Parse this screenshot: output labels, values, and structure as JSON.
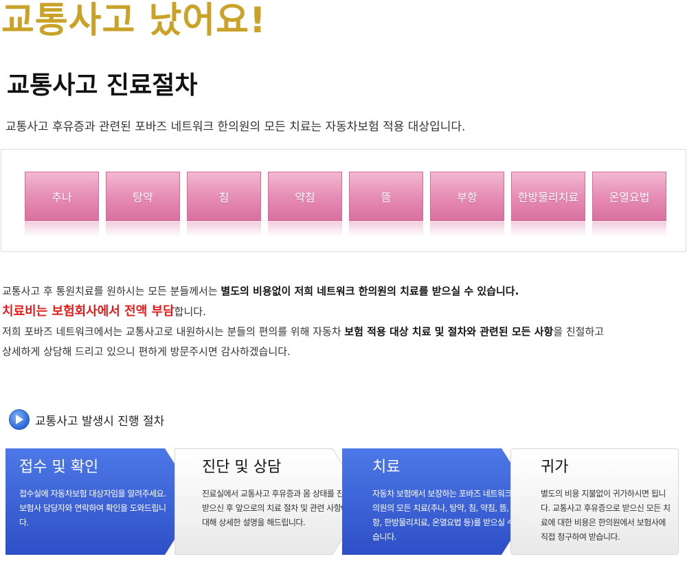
{
  "hero": {
    "title": "교통사고 났어요!"
  },
  "section": {
    "title": "교통사고 진료절차"
  },
  "intro": "교통사고 후유증과 관련된 포바즈 네트워크 한의원의 모든 치료는 자동차보험 적용 대상입니다.",
  "treatments": [
    "추나",
    "탕약",
    "침",
    "약침",
    "뜸",
    "부항",
    "한방물리치료",
    "온열요법"
  ],
  "info": {
    "line1_prefix": "교통사고 후 통원치료를 원하시는 모든 분들께서는 ",
    "line1_bold": "별도의 비용없이 저희 네트워크 한의원의 치료를 받으실 수 있습니다.",
    "line2_red": "치료비는 보험회사에서 전액 부담",
    "line2_suffix": "합니다.",
    "line3_prefix": "저희 포바즈 네트워크에서는 교통사고로 내원하시는 분들의 편의를 위해 자동차 ",
    "line3_bold": "보험 적용 대상 치료 및 절차와 관련된 모든 사항",
    "line3_suffix": "을 친절하고",
    "line4": "상세하게 상담해 드리고 있으니 편하게 방문주시면 감사하겠습니다."
  },
  "process": {
    "heading": "교통사고 발생시 진행 절차",
    "steps": [
      {
        "title": "접수 및 확인",
        "desc": "접수실에 자동차보험 대상자임을 알려주세요. 보험사 담당자와 연락하여 확인을 도와드립니다."
      },
      {
        "title": "진단 및 상담",
        "desc": "진료실에서 교통사고 후유증과 몸 상태를 진찰 받으신 후 앞으로의 치료 절차 및 관련 사항에 대해 상세한 설명을 해드립니다."
      },
      {
        "title": "치료",
        "desc": "자동차 보험에서 보장하는 포바즈 네트워크 한의원의 모든 치료(추나, 탕약, 침, 약침, 뜸, 부항, 한방물리치료, 온열요법 등)를 받으실 수 있습니다."
      },
      {
        "title": "귀가",
        "desc": "별도의 비용 지불없이 귀가하시면 됩니다. 교통사고 후유증으로 받으신 모든 치료에 대한 비용은 한의원에서 보험사에 직접 청구하여 받습니다."
      }
    ]
  },
  "colors": {
    "hero": "#c9a227",
    "tile": "#e58ab3",
    "emphasis_red": "#e21b1b",
    "step_blue": "#3a62d8",
    "step_gray": "#f2f2f2"
  },
  "icons": {
    "process_heading": "play-circle-icon"
  }
}
